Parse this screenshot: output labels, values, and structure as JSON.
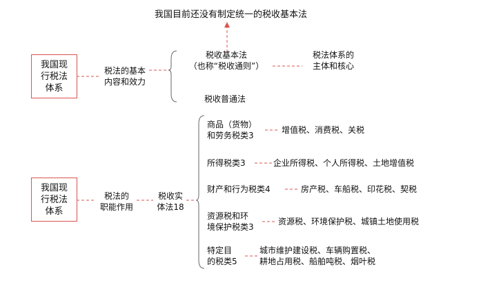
{
  "top_note": "我国目前还没有制定统一的税收基本法",
  "section1": {
    "root": "我国现\n行税法\n体系",
    "mid": "税法的基本\n内容和效力",
    "basic_law": "税收基本法\n（也称“税收通则”）",
    "basic_law_note": "税法体系的\n主体和核心",
    "common_law": "税收普通法"
  },
  "section2": {
    "root": "我国现\n行税法\n体系",
    "mid": "税法的\n职能作用",
    "entity": "税收实\n体法18",
    "categories": [
      {
        "name": "商品（货物）\n和劳务税类3",
        "items": "增值税、消费税、关税"
      },
      {
        "name": "所得税类3",
        "items": "企业所得税、个人所得税、土地增值税"
      },
      {
        "name": "财产和行为税类4",
        "items": "房产税、车船税、印花税、契税"
      },
      {
        "name": "资源税和环\n境保护税类3",
        "items": "资源税、环境保护税、城镇土地使用税"
      },
      {
        "name": "特定目\n的税类5",
        "items": "城市维护建设税、车辆购置税、\n耕地占用税、船舶吨税、烟叶税"
      }
    ]
  }
}
